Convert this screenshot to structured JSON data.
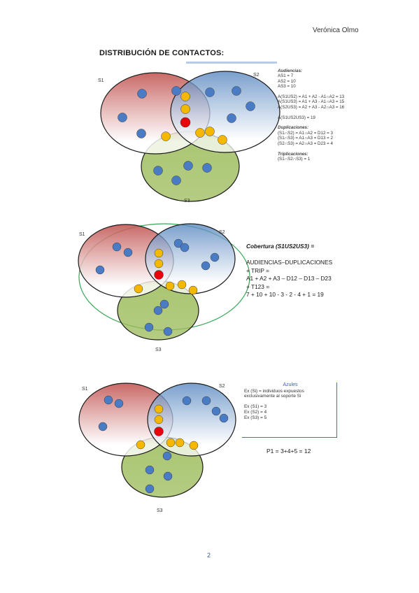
{
  "header": {
    "author": "Verónica Olmo"
  },
  "title": "DISTRIBUCIÓN DE CONTACTOS:",
  "diagram1": {
    "labels": {
      "s1": "S1",
      "s2": "S2",
      "s3": "S3"
    },
    "notes": [
      {
        "text": "Audiencias:",
        "style": "h"
      },
      {
        "text": "AS1 = 7",
        "style": ""
      },
      {
        "text": "AS2 = 10",
        "style": ""
      },
      {
        "text": "AS3 = 10",
        "style": ""
      },
      {
        "text": "",
        "style": ""
      },
      {
        "text": "A(S1US2) = A1 + A2 - A1∩A2 = 13",
        "style": ""
      },
      {
        "text": "A(S1US3) = A1 + A3 - A1∩A3 = 15",
        "style": ""
      },
      {
        "text": "A(S2US3) = A2 + A3 - A2∩A3 = 16",
        "style": ""
      },
      {
        "text": "",
        "style": ""
      },
      {
        "text": "A(S1US2US3) = 19",
        "style": ""
      },
      {
        "text": "",
        "style": ""
      },
      {
        "text": "Duplicaciones:",
        "style": "h"
      },
      {
        "text": "(S1∩S2) = A1∩A2 = D12 = 3",
        "style": ""
      },
      {
        "text": "(S1∩S3) = A1∩A3 = D13 = 2",
        "style": ""
      },
      {
        "text": "(S2∩S3) = A2∩A3 = D23 = 4",
        "style": ""
      },
      {
        "text": "",
        "style": ""
      },
      {
        "text": "Triplicaciones:",
        "style": "h"
      },
      {
        "text": "(S1∩S2∩S3) = 1",
        "style": ""
      }
    ]
  },
  "diagram2": {
    "labels": {
      "s1": "S1",
      "s2": "S2",
      "s3": "S3"
    },
    "coverage": [
      {
        "text": "Cobertura (S1US2US3) =",
        "style": "h"
      },
      {
        "text": "",
        "style": ""
      },
      {
        "text": "AUDIENCIAS–DUPLICACIONES",
        "style": ""
      },
      {
        "text": "+ TRIP =",
        "style": ""
      },
      {
        "text": "A1 + A2 + A3 – D12 – D13 – D23",
        "style": ""
      },
      {
        "text": "+ T123 =",
        "style": ""
      },
      {
        "text": "7 + 10 + 10 - 3 - 2 - 4 + 1 = 19",
        "style": ""
      }
    ]
  },
  "diagram3": {
    "labels": {
      "s1": "S1",
      "s2": "S2",
      "s3": "S3"
    },
    "box": {
      "heading": "Azules",
      "lines": [
        "Ex (Si) = individuos expuestos",
        "exclusivamente al soporte Si",
        "",
        "Ex (S1) = 3",
        "Ex (S2) = 4",
        "Ex (S3) = 5"
      ]
    },
    "formula": "P1 = 3+4+5 = 12"
  },
  "footer": {
    "page": "2"
  },
  "colors": {
    "red_circle": "#c0504d",
    "blue_circle": "#4f81bd",
    "green_circle": "#9bbb59",
    "blue_dot": "#4a7cc6",
    "yellow_dot": "#f5b800",
    "red_dot": "#e8000c",
    "coverage_ellipse": "#3aa655"
  }
}
